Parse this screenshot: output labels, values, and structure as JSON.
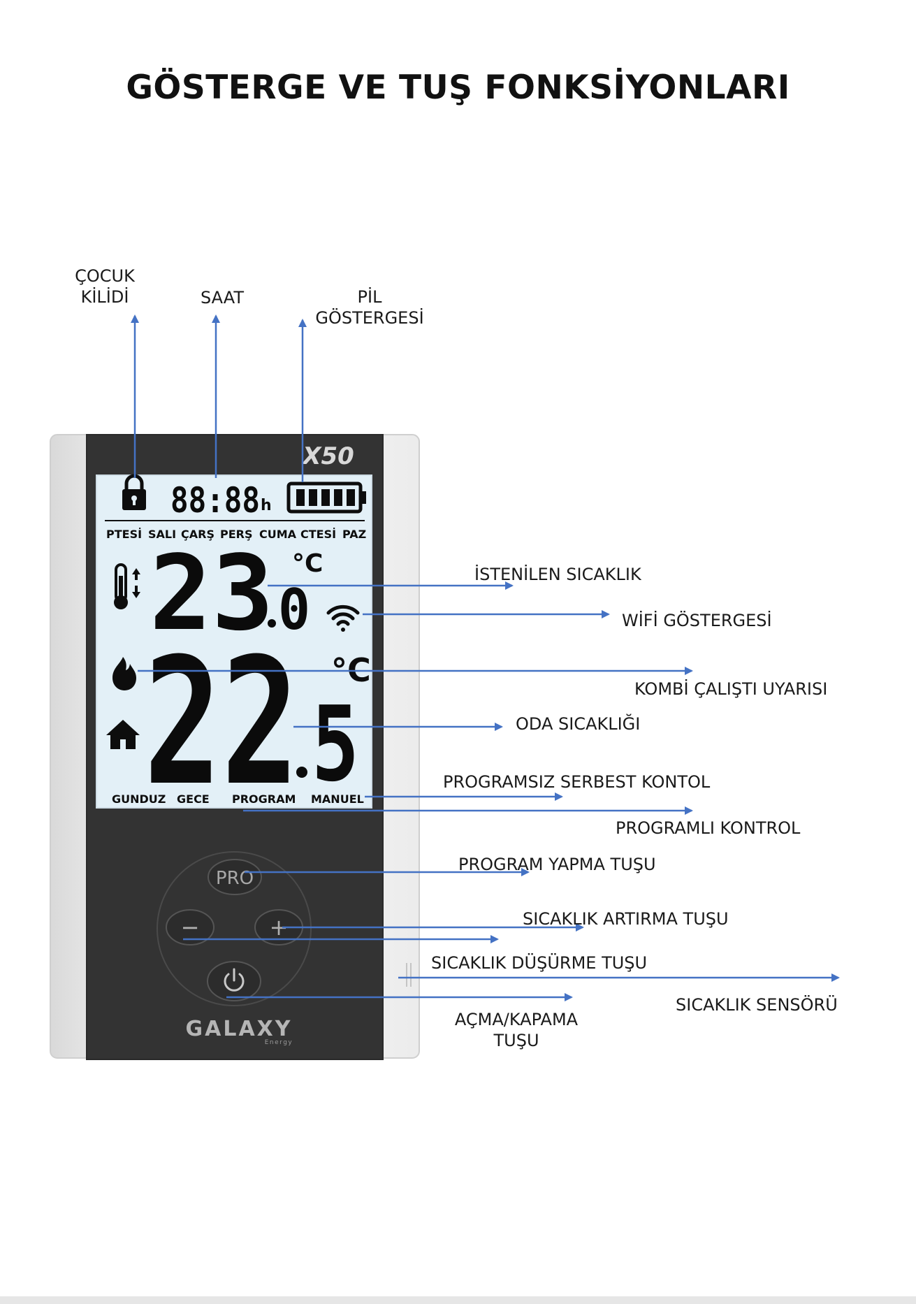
{
  "title": "GÖSTERGE VE TUŞ FONKSİYONLARI",
  "device": {
    "model": "X50",
    "brand": "GALAXY",
    "brand_sub": "Energy",
    "pro_button": "PRO",
    "minus_button": "−",
    "plus_button": "+",
    "clock": "88:88",
    "clock_unit": "h",
    "days": [
      "PTESİ",
      "SALI",
      "ÇARŞ",
      "PERŞ",
      "CUMA",
      "CTESİ",
      "PAZ"
    ],
    "set_temp_int": "23",
    "set_temp_dec": "0",
    "room_temp_int": "22",
    "room_temp_dec": "5",
    "unit": "°C",
    "modes": [
      "GUNDUZ",
      "GECE",
      "PROGRAM",
      "MANUEL"
    ],
    "icons": [
      "lock-icon",
      "battery-icon",
      "thermometer-icon",
      "wifi-icon",
      "flame-icon",
      "home-icon",
      "power-icon"
    ]
  },
  "callouts": {
    "child_lock": [
      "ÇOCUK",
      "KİLİDİ"
    ],
    "clock": "SAAT",
    "battery": [
      "PİL",
      "GÖSTERGESİ"
    ],
    "set_temp": "İSTENİLEN  SICAKLIK",
    "wifi": "WİFİ GÖSTERGESİ",
    "boiler": "KOMBİ ÇALIŞTI  UYARISI",
    "room_temp": "ODA SICAKLIĞI",
    "manual": "PROGRAMSIZ SERBEST KONTOL",
    "program": "PROGRAMLI  KONTROL",
    "pro_key": "PROGRAM YAPMA TUŞU",
    "plus_key": "SICAKLIK ARTIRMA TUŞU",
    "minus_key": "SICAKLIK DÜŞÜRME TUŞU",
    "sensor": "SICAKLIK  SENSÖRÜ",
    "power_key": [
      "AÇMA/KAPAMA",
      "TUŞU"
    ]
  },
  "colors": {
    "arrow": "#4472c4",
    "body": "#333333",
    "lcd": "#e3f0f7",
    "frame": "#f4f4f4"
  }
}
